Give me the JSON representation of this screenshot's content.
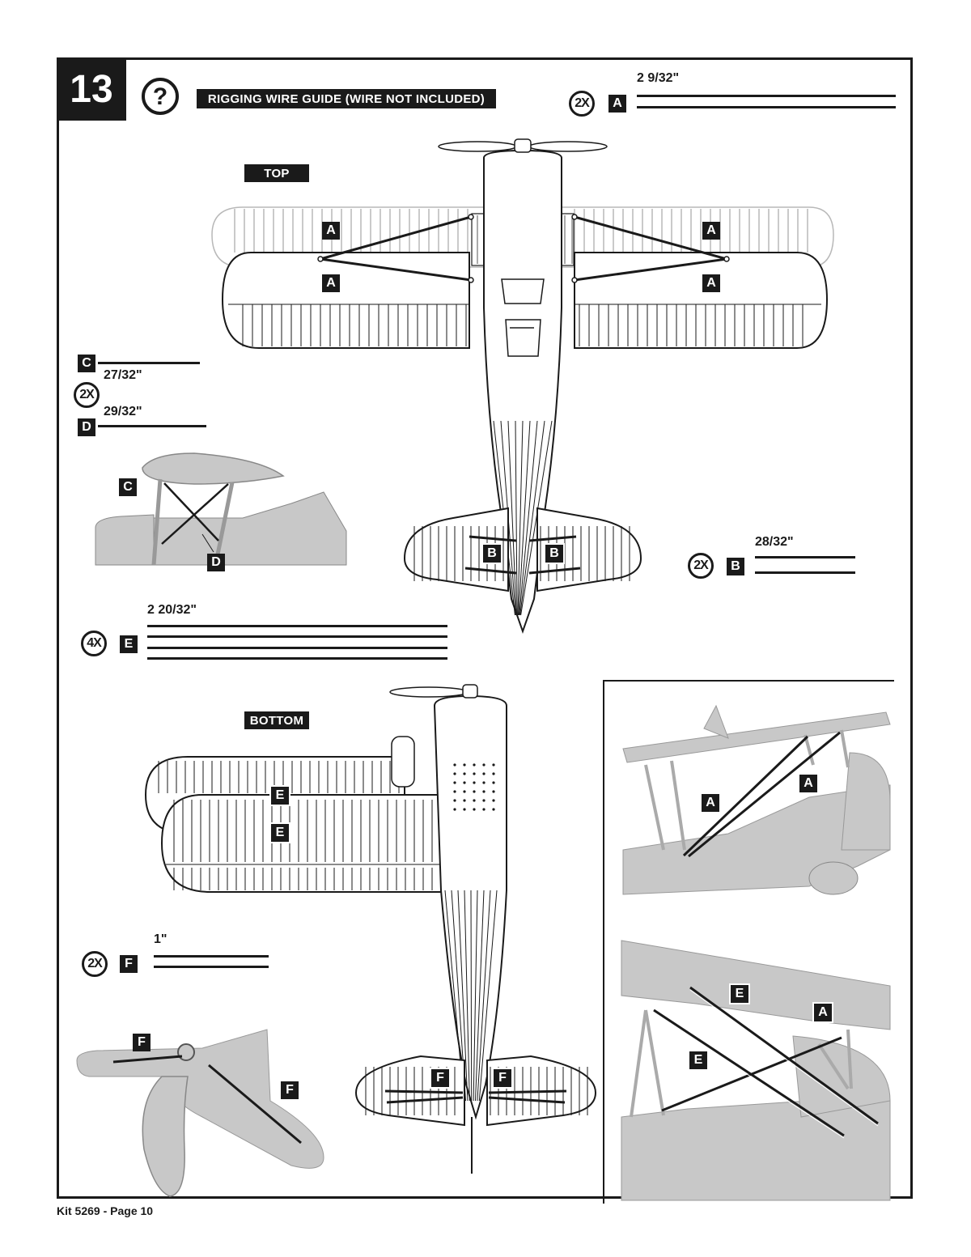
{
  "step": {
    "number": "13"
  },
  "banners": {
    "title": "RIGGING WIRE GUIDE (WIRE NOT INCLUDED)",
    "top_view": "TOP",
    "bottom_view": "BOTTOM"
  },
  "wires": {
    "A": {
      "letter": "A",
      "qty": "2X",
      "length": "2 9/32\""
    },
    "B": {
      "letter": "B",
      "qty": "2X",
      "length": "28/32\""
    },
    "C": {
      "letter": "C",
      "qty": "2X",
      "length": "27/32\""
    },
    "D": {
      "letter": "D",
      "length": "29/32\""
    },
    "E": {
      "letter": "E",
      "qty": "4X",
      "length": "2 20/32\""
    },
    "F": {
      "letter": "F",
      "qty": "2X",
      "length": "1\""
    }
  },
  "callouts": {
    "a": "A",
    "b": "B",
    "c": "C",
    "d": "D",
    "e": "E",
    "f": "F"
  },
  "footer": {
    "text": "Kit 5269 - Page 10"
  },
  "icons": {
    "help": "question-circle-icon"
  },
  "colors": {
    "ink": "#1a1a1a",
    "fill_gray": "#c8c8c8",
    "light_line": "#b8b8b8"
  }
}
